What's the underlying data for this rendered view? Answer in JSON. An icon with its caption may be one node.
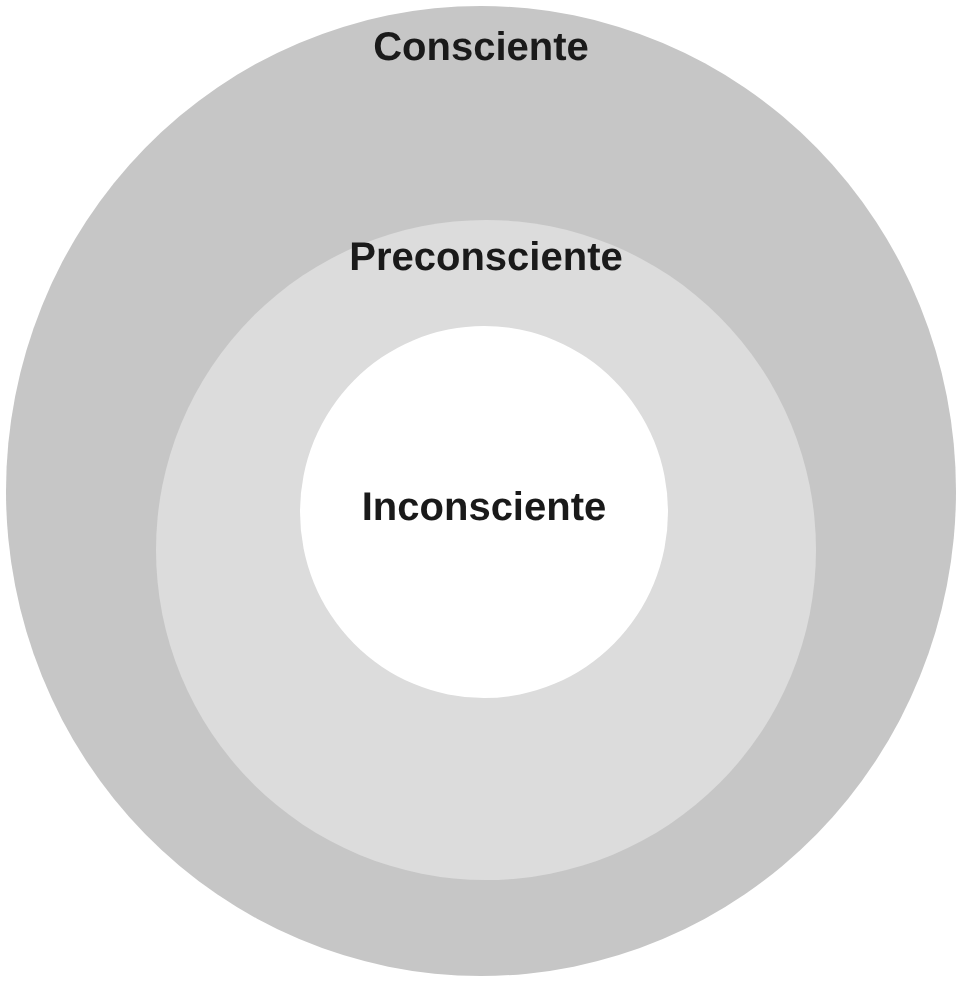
{
  "diagram": {
    "nodes": [
      {
        "text": [
          "Consciente"
        ]
      },
      {
        "text": [
          "Preconsciente"
        ],
        "in": 0
      },
      {
        "text": [
          "Inconsciente"
        ],
        "in": 1
      }
    ]
  }
}
